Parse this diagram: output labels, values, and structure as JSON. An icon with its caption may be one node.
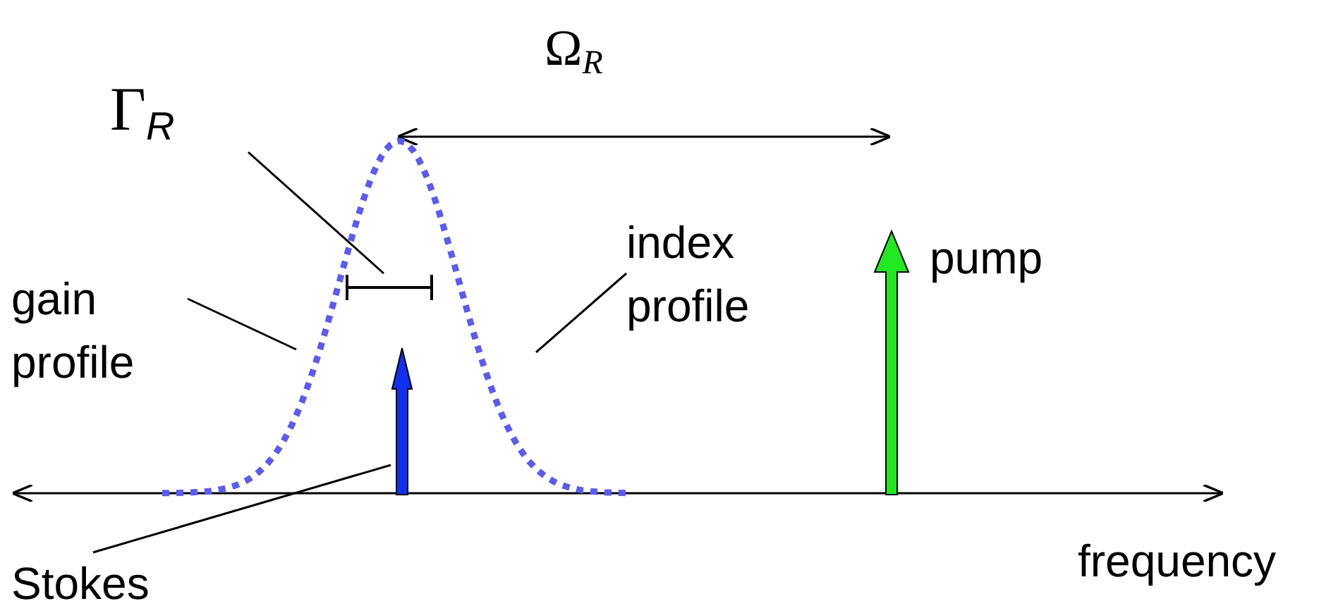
{
  "diagram": {
    "nodes": [
      {
        "text": [
          "Γ$_{R}$"
        ]
      },
      {
        "text": [],
        "shape": "bar",
        "in": 3
      },
      {
        "text": [
          "gain profile"
        ]
      },
      {
        "text": [],
        "shape": "picture"
      },
      {
        "text": [
          "index profile"
        ]
      },
      {
        "text": [],
        "shape": "bar",
        "in": 3
      },
      {
        "text": [
          "Stokes"
        ]
      },
      {
        "text": [],
        "shape": "bar",
        "beside": [
          "pump"
        ]
      }
    ],
    "edges": [
      {
        "from": 0,
        "to": 1,
        "arrow": "none"
      },
      {
        "from": 2,
        "to": 3,
        "arrow": "none"
      },
      {
        "from": 4,
        "to": 3,
        "arrow": "none"
      },
      {
        "from": 6,
        "to": 5,
        "arrow": "none"
      }
    ],
    "labels": [
      "Ω$_{R}$",
      "frequency"
    ]
  }
}
